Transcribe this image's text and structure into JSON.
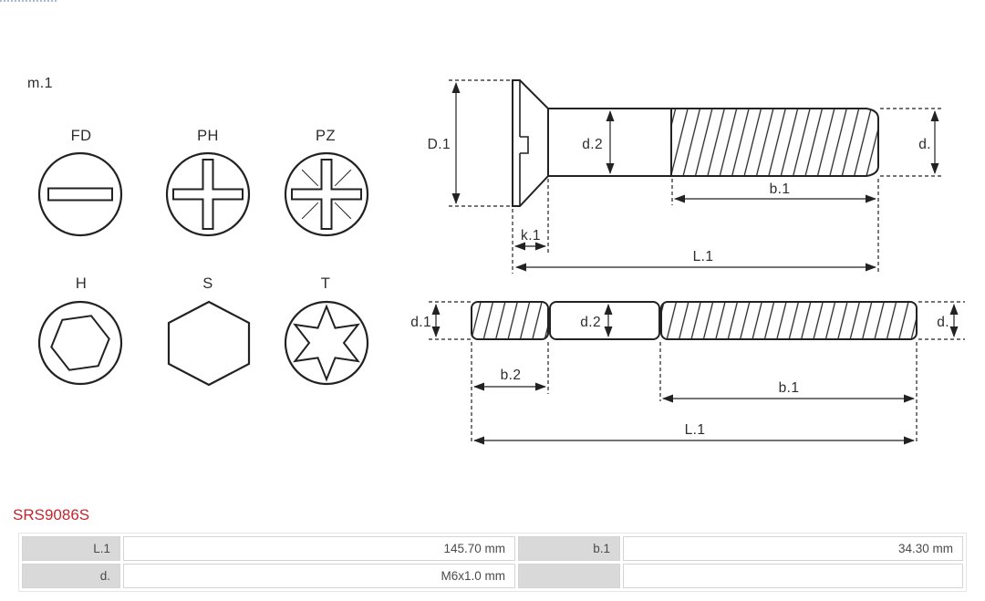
{
  "diagram": {
    "module_label": "m.1",
    "head_types": {
      "fd": "FD",
      "ph": "PH",
      "pz": "PZ",
      "hex_socket": "H",
      "hex_head": "S",
      "torx": "T"
    },
    "top_screw": {
      "head_diameter": "D.1",
      "shank_diameter": "d.2",
      "thread_diameter": "d.",
      "thread_length": "b.1",
      "head_height": "k.1",
      "total_length": "L.1"
    },
    "bottom_screw": {
      "left_thread_diameter": "d.1",
      "shank_diameter": "d.2",
      "thread_diameter": "d.",
      "left_thread_length": "b.2",
      "right_thread_length": "b.1",
      "total_length": "L.1"
    }
  },
  "part_number": "SRS9086S",
  "spec_table": {
    "rows": [
      {
        "cells": [
          {
            "label": "L.1",
            "value": "145.70 mm"
          },
          {
            "label": "b.1",
            "value": "34.30 mm"
          }
        ]
      },
      {
        "cells": [
          {
            "label": "d.",
            "value": "M6x1.0 mm"
          },
          {
            "label": "",
            "value": ""
          }
        ]
      }
    ]
  },
  "colors": {
    "part_number": "#c4262e",
    "table_label_bg": "#d9d9d9",
    "diagram_line": "#222222"
  }
}
